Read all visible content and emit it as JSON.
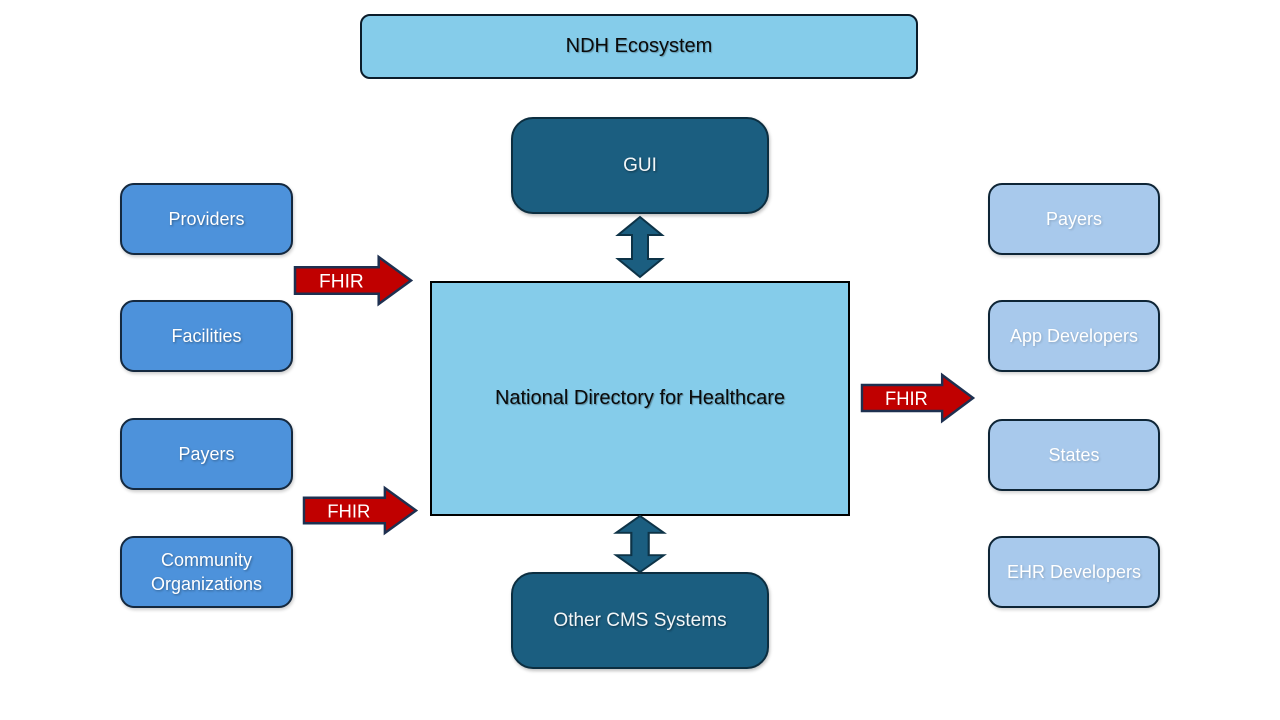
{
  "title_box": {
    "label": "NDH Ecosystem"
  },
  "gui_box": {
    "label": "GUI"
  },
  "center_box": {
    "label": "National Directory for Healthcare"
  },
  "cms_box": {
    "label": "Other CMS Systems"
  },
  "left_column": {
    "items": [
      {
        "label": "Providers"
      },
      {
        "label": "Facilities"
      },
      {
        "label": "Payers"
      },
      {
        "label": "Community Organizations"
      }
    ]
  },
  "right_column": {
    "items": [
      {
        "label": "Payers"
      },
      {
        "label": "App Developers"
      },
      {
        "label": "States"
      },
      {
        "label": "EHR Developers"
      }
    ]
  },
  "fhir_arrows": {
    "items": [
      {
        "label": "FHIR"
      },
      {
        "label": "FHIR"
      },
      {
        "label": "FHIR"
      }
    ]
  },
  "colors": {
    "light_blue": "#85CCEA",
    "medium_blue": "#4D92DB",
    "pale_blue": "#A8C9EC",
    "dark_teal": "#1B5E80",
    "arrow_red": "#C00000",
    "outline_dark": "#1E3050"
  }
}
